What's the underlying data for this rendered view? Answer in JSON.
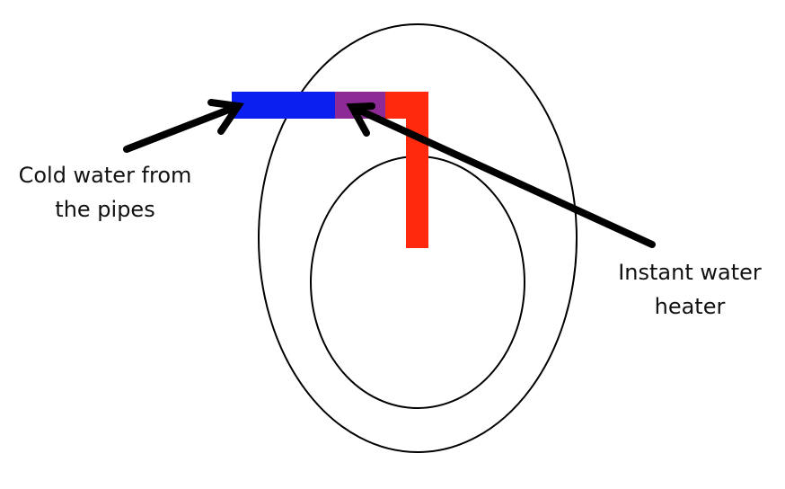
{
  "labels": {
    "cold_water": {
      "line1": "Cold water from",
      "line2": "the pipes"
    },
    "instant_heater": {
      "line1": "Instant water",
      "line2": "heater"
    }
  },
  "colors": {
    "cold_pipe": "#0a1ff0",
    "heater_section": "#8e2a96",
    "hot_pipe": "#ff2a0d",
    "outline": "#000000",
    "arrow": "#000000",
    "text": "#111111"
  }
}
